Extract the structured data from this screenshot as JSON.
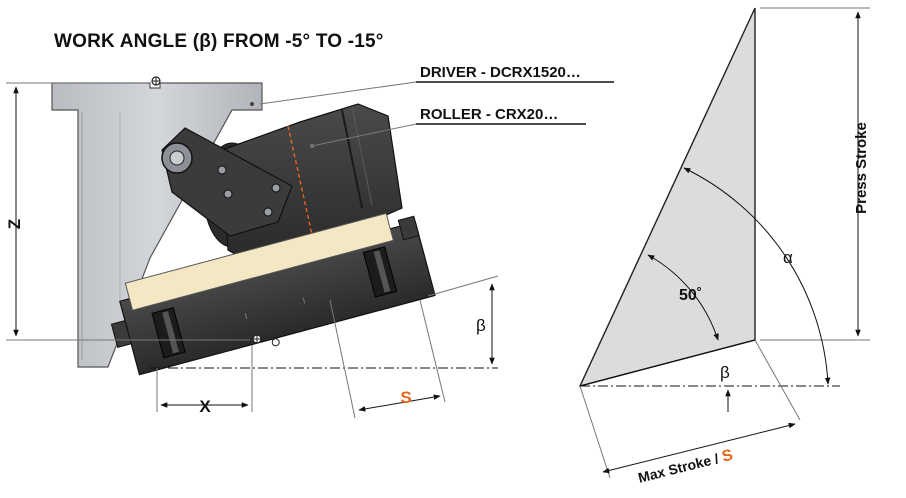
{
  "title": "WORK ANGLE (β) FROM -5° TO -15°",
  "labels": {
    "driver": "DRIVER - DCRX1520…",
    "roller": "ROLLER - CRX20…",
    "z": "Z",
    "x": "X",
    "s_left": "S",
    "beta_left": "β",
    "press_stroke": "Press Stroke",
    "alpha": "α",
    "angle_50": "50˚",
    "beta_right": "β",
    "max_stroke": "Max Stroke / ",
    "s_right": "S"
  },
  "colors": {
    "accent_orange": "#e8661c",
    "body_dark": "#3a3a3a",
    "steel_light": "#c9ccd0",
    "wedge_gray": "#dcdcdc",
    "insert_cream": "#f4e8c4"
  }
}
